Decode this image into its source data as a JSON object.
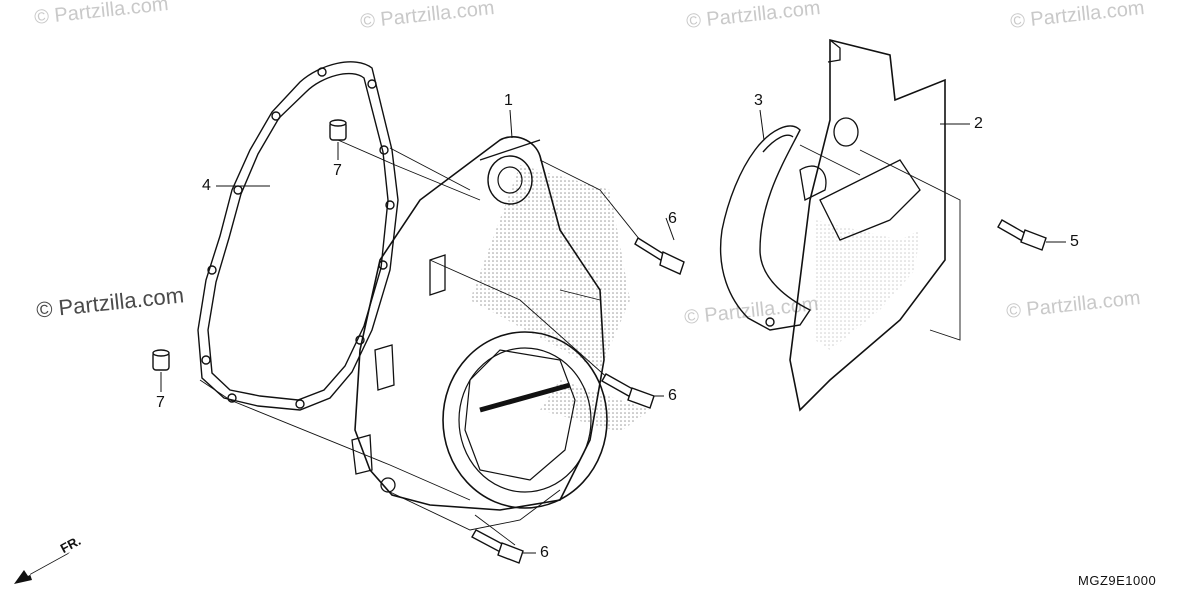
{
  "watermark": "© Partzilla.com",
  "callouts": [
    {
      "id": "c1",
      "text": "1"
    },
    {
      "id": "c2",
      "text": "2"
    },
    {
      "id": "c3",
      "text": "3"
    },
    {
      "id": "c4",
      "text": "4"
    },
    {
      "id": "c5",
      "text": "5"
    },
    {
      "id": "c6a",
      "text": "6"
    },
    {
      "id": "c6b",
      "text": "6"
    },
    {
      "id": "c6c",
      "text": "6"
    },
    {
      "id": "c7a",
      "text": "7"
    },
    {
      "id": "c7b",
      "text": "7"
    }
  ],
  "front_label": "FR.",
  "diagram_code": "MGZ9E1000"
}
